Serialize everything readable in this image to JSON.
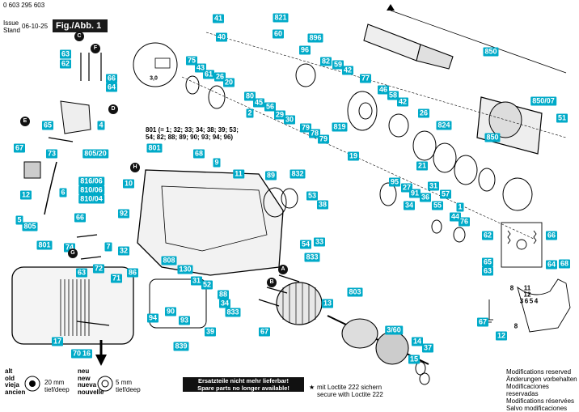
{
  "header": {
    "doc_number": "0 603 295 603",
    "issue_label": "Issue",
    "stand_label": "Stand",
    "date": "06-10-25",
    "figure_label": "Fig./Abb. 1"
  },
  "footer": {
    "spare_parts_de": "Ersatzteile nicht mehr lieferbar!",
    "spare_parts_en": "Spare parts no longer available!",
    "loctite_de": "mit Loctite 222 sichern",
    "loctite_en": "secure with Loctite 222",
    "loctite_symbol": "★",
    "old_labels": [
      "alt",
      "old",
      "vieja",
      "ancien"
    ],
    "new_labels": [
      "neu",
      "new",
      "nueva",
      "nouvelle"
    ],
    "depth_old": "20 mm tief/deep",
    "depth_new": "5 mm tief/deep",
    "modifications": [
      "Modifications reserved",
      "Änderungen vorbehalten",
      "Modificaciones reservadas",
      "Modifications réservées",
      "Salvo modificaciones"
    ]
  },
  "note_801": "801 (= 1; 32; 33; 34; 38; 39; 53; 54; 82; 88; 89; 90; 93; 94; 96)",
  "detail_dim": "3,0",
  "wiring_numbers": [
    "8",
    "11",
    "12",
    "8",
    "3",
    "6",
    "5",
    "4"
  ],
  "circle_letters": [
    "A",
    "B",
    "C",
    "D",
    "E",
    "F",
    "G",
    "H"
  ],
  "parts": [
    {
      "id": "p41",
      "label": "41"
    },
    {
      "id": "p821",
      "label": "821"
    },
    {
      "id": "p60",
      "label": "60"
    },
    {
      "id": "p40",
      "label": "40"
    },
    {
      "id": "p896",
      "label": "896"
    },
    {
      "id": "p96",
      "label": "96"
    },
    {
      "id": "p82",
      "label": "82"
    },
    {
      "id": "p850a",
      "label": "850"
    },
    {
      "id": "p75",
      "label": "75"
    },
    {
      "id": "p43",
      "label": "43"
    },
    {
      "id": "p61",
      "label": "61"
    },
    {
      "id": "p26a",
      "label": "26"
    },
    {
      "id": "p20",
      "label": "20"
    },
    {
      "id": "p59",
      "label": "59"
    },
    {
      "id": "p42a",
      "label": "42"
    },
    {
      "id": "p77",
      "label": "77"
    },
    {
      "id": "p46",
      "label": "46"
    },
    {
      "id": "p58",
      "label": "58"
    },
    {
      "id": "p42b",
      "label": "42"
    },
    {
      "id": "p80",
      "label": "80"
    },
    {
      "id": "p45",
      "label": "45"
    },
    {
      "id": "p56",
      "label": "56"
    },
    {
      "id": "p2",
      "label": "2"
    },
    {
      "id": "p29",
      "label": "29"
    },
    {
      "id": "p30",
      "label": "30"
    },
    {
      "id": "p819",
      "label": "819"
    },
    {
      "id": "p26b",
      "label": "26"
    },
    {
      "id": "p824",
      "label": "824"
    },
    {
      "id": "p85007",
      "label": "850/07"
    },
    {
      "id": "p51",
      "label": "51"
    },
    {
      "id": "p79a",
      "label": "79"
    },
    {
      "id": "p78",
      "label": "78"
    },
    {
      "id": "p79b",
      "label": "79"
    },
    {
      "id": "p850b",
      "label": "850"
    },
    {
      "id": "p801",
      "label": "801"
    },
    {
      "id": "p68",
      "label": "68"
    },
    {
      "id": "p19",
      "label": "19"
    },
    {
      "id": "p9",
      "label": "9"
    },
    {
      "id": "p11",
      "label": "11"
    },
    {
      "id": "p89",
      "label": "89"
    },
    {
      "id": "p832",
      "label": "832"
    },
    {
      "id": "p95",
      "label": "95"
    },
    {
      "id": "p27",
      "label": "27"
    },
    {
      "id": "p91",
      "label": "91"
    },
    {
      "id": "p31a",
      "label": "31"
    },
    {
      "id": "p53",
      "label": "53"
    },
    {
      "id": "p38",
      "label": "38"
    },
    {
      "id": "p36",
      "label": "36"
    },
    {
      "id": "p57",
      "label": "57"
    },
    {
      "id": "p34a",
      "label": "34"
    },
    {
      "id": "p55",
      "label": "55"
    },
    {
      "id": "p44",
      "label": "44"
    },
    {
      "id": "p1",
      "label": "1"
    },
    {
      "id": "p76",
      "label": "76"
    },
    {
      "id": "p63a",
      "label": "63"
    },
    {
      "id": "p62a",
      "label": "62"
    },
    {
      "id": "p66a",
      "label": "66"
    },
    {
      "id": "p64a",
      "label": "64"
    },
    {
      "id": "p65a",
      "label": "65"
    },
    {
      "id": "p4",
      "label": "4"
    },
    {
      "id": "p67a",
      "label": "67"
    },
    {
      "id": "p73",
      "label": "73"
    },
    {
      "id": "p80520",
      "label": "805/20"
    },
    {
      "id": "p12a",
      "label": "12"
    },
    {
      "id": "p6",
      "label": "6"
    },
    {
      "id": "p81606",
      "label": "816/06"
    },
    {
      "id": "p81006",
      "label": "810/06"
    },
    {
      "id": "p81004",
      "label": "810/04"
    },
    {
      "id": "p10",
      "label": "10"
    },
    {
      "id": "p5",
      "label": "5"
    },
    {
      "id": "p805",
      "label": "805"
    },
    {
      "id": "p66b",
      "label": "66"
    },
    {
      "id": "p92",
      "label": "92"
    },
    {
      "id": "p74",
      "label": "74"
    },
    {
      "id": "p801b",
      "label": "801"
    },
    {
      "id": "p7",
      "label": "7"
    },
    {
      "id": "p32",
      "label": "32"
    },
    {
      "id": "p63b",
      "label": "63"
    },
    {
      "id": "p72",
      "label": "72"
    },
    {
      "id": "p71",
      "label": "71"
    },
    {
      "id": "p86",
      "label": "86"
    },
    {
      "id": "p808",
      "label": "808"
    },
    {
      "id": "p130",
      "label": "130"
    },
    {
      "id": "p31b",
      "label": "31"
    },
    {
      "id": "p52",
      "label": "52"
    },
    {
      "id": "p54",
      "label": "54"
    },
    {
      "id": "p33",
      "label": "33"
    },
    {
      "id": "p833a",
      "label": "833"
    },
    {
      "id": "p88",
      "label": "88"
    },
    {
      "id": "p34b",
      "label": "34"
    },
    {
      "id": "p833b",
      "label": "833"
    },
    {
      "id": "p90",
      "label": "90"
    },
    {
      "id": "p94",
      "label": "94"
    },
    {
      "id": "p93",
      "label": "93"
    },
    {
      "id": "p39",
      "label": "39"
    },
    {
      "id": "p839",
      "label": "839"
    },
    {
      "id": "p17",
      "label": "17"
    },
    {
      "id": "p70",
      "label": "70"
    },
    {
      "id": "p16",
      "label": "16"
    },
    {
      "id": "p67b",
      "label": "67"
    },
    {
      "id": "p803",
      "label": "803"
    },
    {
      "id": "p13",
      "label": "13"
    },
    {
      "id": "p360",
      "label": "3/60"
    },
    {
      "id": "p14",
      "label": "14"
    },
    {
      "id": "p15",
      "label": "15"
    },
    {
      "id": "p37",
      "label": "37"
    },
    {
      "id": "p62b",
      "label": "62"
    },
    {
      "id": "p66c",
      "label": "66"
    },
    {
      "id": "p65b",
      "label": "65"
    },
    {
      "id": "p63c",
      "label": "63"
    },
    {
      "id": "p64b",
      "label": "64"
    },
    {
      "id": "p68b",
      "label": "68"
    },
    {
      "id": "p67c",
      "label": "67"
    },
    {
      "id": "p12b",
      "label": "12"
    },
    {
      "id": "p21",
      "label": "21"
    }
  ]
}
